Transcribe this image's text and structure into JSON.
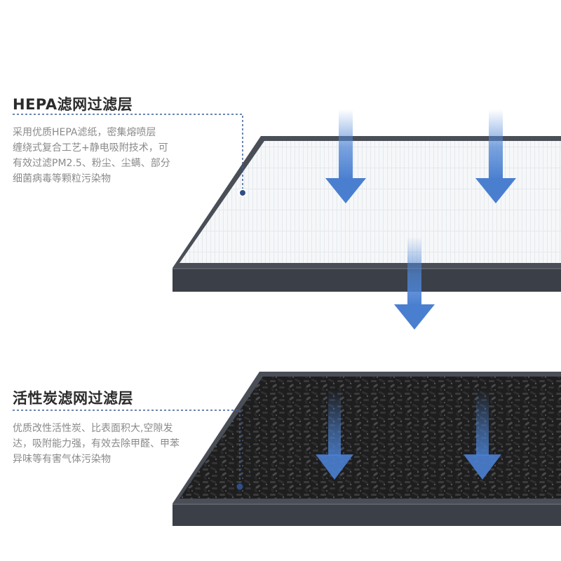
{
  "colors": {
    "frame": "#4a4e57",
    "frame_dark": "#2c2f35",
    "hepa_paper": "#f3f5f7",
    "carbon": "#1c1c1c",
    "arrow": "#4f86d6",
    "leader": "#3c5f95"
  },
  "hepa": {
    "title": "HEPA滤网过滤层",
    "desc_lines": [
      "采用优质HEPA滤纸，密集熔喷层",
      "缠绕式复合工艺+静电吸附技术，可",
      "有效过滤PM2.5、粉尘、尘螨、部分",
      "细菌病毒等颗粒污染物"
    ]
  },
  "carbon": {
    "title": "活性炭滤网过滤层",
    "desc_lines": [
      "优质改性活性炭、比表面积大,空隙发",
      "达，吸附能力强，有效去除甲醛、甲苯",
      "异味等有害气体污染物"
    ]
  },
  "icons": {
    "airflow": "down-arrow-icon",
    "leader": "dotted-leader-line"
  }
}
